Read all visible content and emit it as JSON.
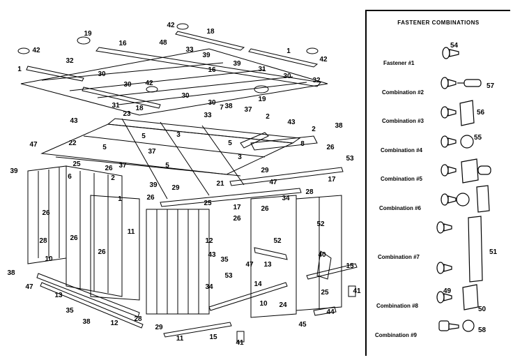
{
  "diagram": {
    "part_labels": [
      {
        "id": "p42a",
        "text": "42"
      },
      {
        "id": "p18a",
        "text": "18"
      },
      {
        "id": "p19a",
        "text": "19"
      },
      {
        "id": "p42b",
        "text": "42"
      },
      {
        "id": "p16a",
        "text": "16"
      },
      {
        "id": "p48",
        "text": "48"
      },
      {
        "id": "p33a",
        "text": "33"
      },
      {
        "id": "p39a",
        "text": "39"
      },
      {
        "id": "p1a",
        "text": "1"
      },
      {
        "id": "p42c",
        "text": "42"
      },
      {
        "id": "p1b",
        "text": "1"
      },
      {
        "id": "p32a",
        "text": "32"
      },
      {
        "id": "p16b",
        "text": "16"
      },
      {
        "id": "p39b",
        "text": "39"
      },
      {
        "id": "p31a",
        "text": "31"
      },
      {
        "id": "p30a",
        "text": "30"
      },
      {
        "id": "p30b",
        "text": "30"
      },
      {
        "id": "p42d",
        "text": "42"
      },
      {
        "id": "p30c",
        "text": "30"
      },
      {
        "id": "p31b",
        "text": "31"
      },
      {
        "id": "p18b",
        "text": "18"
      },
      {
        "id": "p30d",
        "text": "30"
      },
      {
        "id": "p32b",
        "text": "32"
      },
      {
        "id": "p30e",
        "text": "30"
      },
      {
        "id": "p19b",
        "text": "19"
      },
      {
        "id": "p33b",
        "text": "33"
      },
      {
        "id": "p7",
        "text": "7"
      },
      {
        "id": "p38a",
        "text": "38"
      },
      {
        "id": "p23",
        "text": "23"
      },
      {
        "id": "p37a",
        "text": "37"
      },
      {
        "id": "p43a",
        "text": "43"
      },
      {
        "id": "p5a",
        "text": "5"
      },
      {
        "id": "p3a",
        "text": "3"
      },
      {
        "id": "p2a",
        "text": "2"
      },
      {
        "id": "p43b",
        "text": "43"
      },
      {
        "id": "p2b",
        "text": "2"
      },
      {
        "id": "p38b",
        "text": "38"
      },
      {
        "id": "p47a",
        "text": "47"
      },
      {
        "id": "p22",
        "text": "22"
      },
      {
        "id": "p5b",
        "text": "5"
      },
      {
        "id": "p37b",
        "text": "37"
      },
      {
        "id": "p5c",
        "text": "5"
      },
      {
        "id": "p3b",
        "text": "3"
      },
      {
        "id": "p8",
        "text": "8"
      },
      {
        "id": "p26a",
        "text": "26"
      },
      {
        "id": "p53a",
        "text": "53"
      },
      {
        "id": "p25a",
        "text": "25"
      },
      {
        "id": "p26b",
        "text": "26"
      },
      {
        "id": "p37c",
        "text": "37"
      },
      {
        "id": "p5d",
        "text": "5"
      },
      {
        "id": "p29a",
        "text": "29"
      },
      {
        "id": "p39c",
        "text": "39"
      },
      {
        "id": "p6",
        "text": "6"
      },
      {
        "id": "p2c",
        "text": "2"
      },
      {
        "id": "p39d",
        "text": "39"
      },
      {
        "id": "p29b",
        "text": "29"
      },
      {
        "id": "p21",
        "text": "21"
      },
      {
        "id": "p47b",
        "text": "47"
      },
      {
        "id": "p26c",
        "text": "26"
      },
      {
        "id": "p17a",
        "text": "17"
      },
      {
        "id": "p26d",
        "text": "26"
      },
      {
        "id": "p1c",
        "text": "1"
      },
      {
        "id": "p25b",
        "text": "25"
      },
      {
        "id": "p34a",
        "text": "34"
      },
      {
        "id": "p28a",
        "text": "28"
      },
      {
        "id": "p17b",
        "text": "17"
      },
      {
        "id": "p26e",
        "text": "26"
      },
      {
        "id": "p26f",
        "text": "26"
      },
      {
        "id": "p52a",
        "text": "52"
      },
      {
        "id": "p11",
        "text": "11"
      },
      {
        "id": "p12a",
        "text": "12"
      },
      {
        "id": "p52b",
        "text": "52"
      },
      {
        "id": "p28b",
        "text": "28"
      },
      {
        "id": "p26g",
        "text": "26"
      },
      {
        "id": "p26h",
        "text": "26"
      },
      {
        "id": "p43c",
        "text": "43"
      },
      {
        "id": "p35a",
        "text": "35"
      },
      {
        "id": "p47c",
        "text": "47"
      },
      {
        "id": "p13a",
        "text": "13"
      },
      {
        "id": "p40",
        "text": "40"
      },
      {
        "id": "p38c",
        "text": "38"
      },
      {
        "id": "p10a",
        "text": "10"
      },
      {
        "id": "p15a",
        "text": "15"
      },
      {
        "id": "p47d",
        "text": "47"
      },
      {
        "id": "p13b",
        "text": "13"
      },
      {
        "id": "p53b",
        "text": "53"
      },
      {
        "id": "p34b",
        "text": "34"
      },
      {
        "id": "p14",
        "text": "14"
      },
      {
        "id": "p25c",
        "text": "25"
      },
      {
        "id": "p41a",
        "text": "41"
      },
      {
        "id": "p35b",
        "text": "35"
      },
      {
        "id": "p10b",
        "text": "10"
      },
      {
        "id": "p24",
        "text": "24"
      },
      {
        "id": "p38d",
        "text": "38"
      },
      {
        "id": "p12b",
        "text": "12"
      },
      {
        "id": "p28c",
        "text": "28"
      },
      {
        "id": "p44",
        "text": "44"
      },
      {
        "id": "p29c",
        "text": "29"
      },
      {
        "id": "p45",
        "text": "45"
      },
      {
        "id": "p11b",
        "text": "11"
      },
      {
        "id": "p15b",
        "text": "15"
      },
      {
        "id": "p41b",
        "text": "41"
      }
    ]
  },
  "fastener_panel": {
    "title": "FASTENER COMBINATIONS",
    "rows": [
      {
        "label": "Fastener #1",
        "parts": [
          "54"
        ]
      },
      {
        "label": "Combination #2",
        "parts": [
          "57"
        ]
      },
      {
        "label": "Combination #3",
        "parts": [
          "56"
        ]
      },
      {
        "label": "Combination #4",
        "parts": [
          "55"
        ]
      },
      {
        "label": "Combination #5",
        "parts": []
      },
      {
        "label": "Combination #6",
        "parts": []
      },
      {
        "label": "Combination #7",
        "parts": [
          "51"
        ]
      },
      {
        "label": "Combination #8",
        "parts": [
          "49",
          "50"
        ]
      },
      {
        "label": "Combination #9",
        "parts": [
          "58"
        ]
      }
    ]
  }
}
